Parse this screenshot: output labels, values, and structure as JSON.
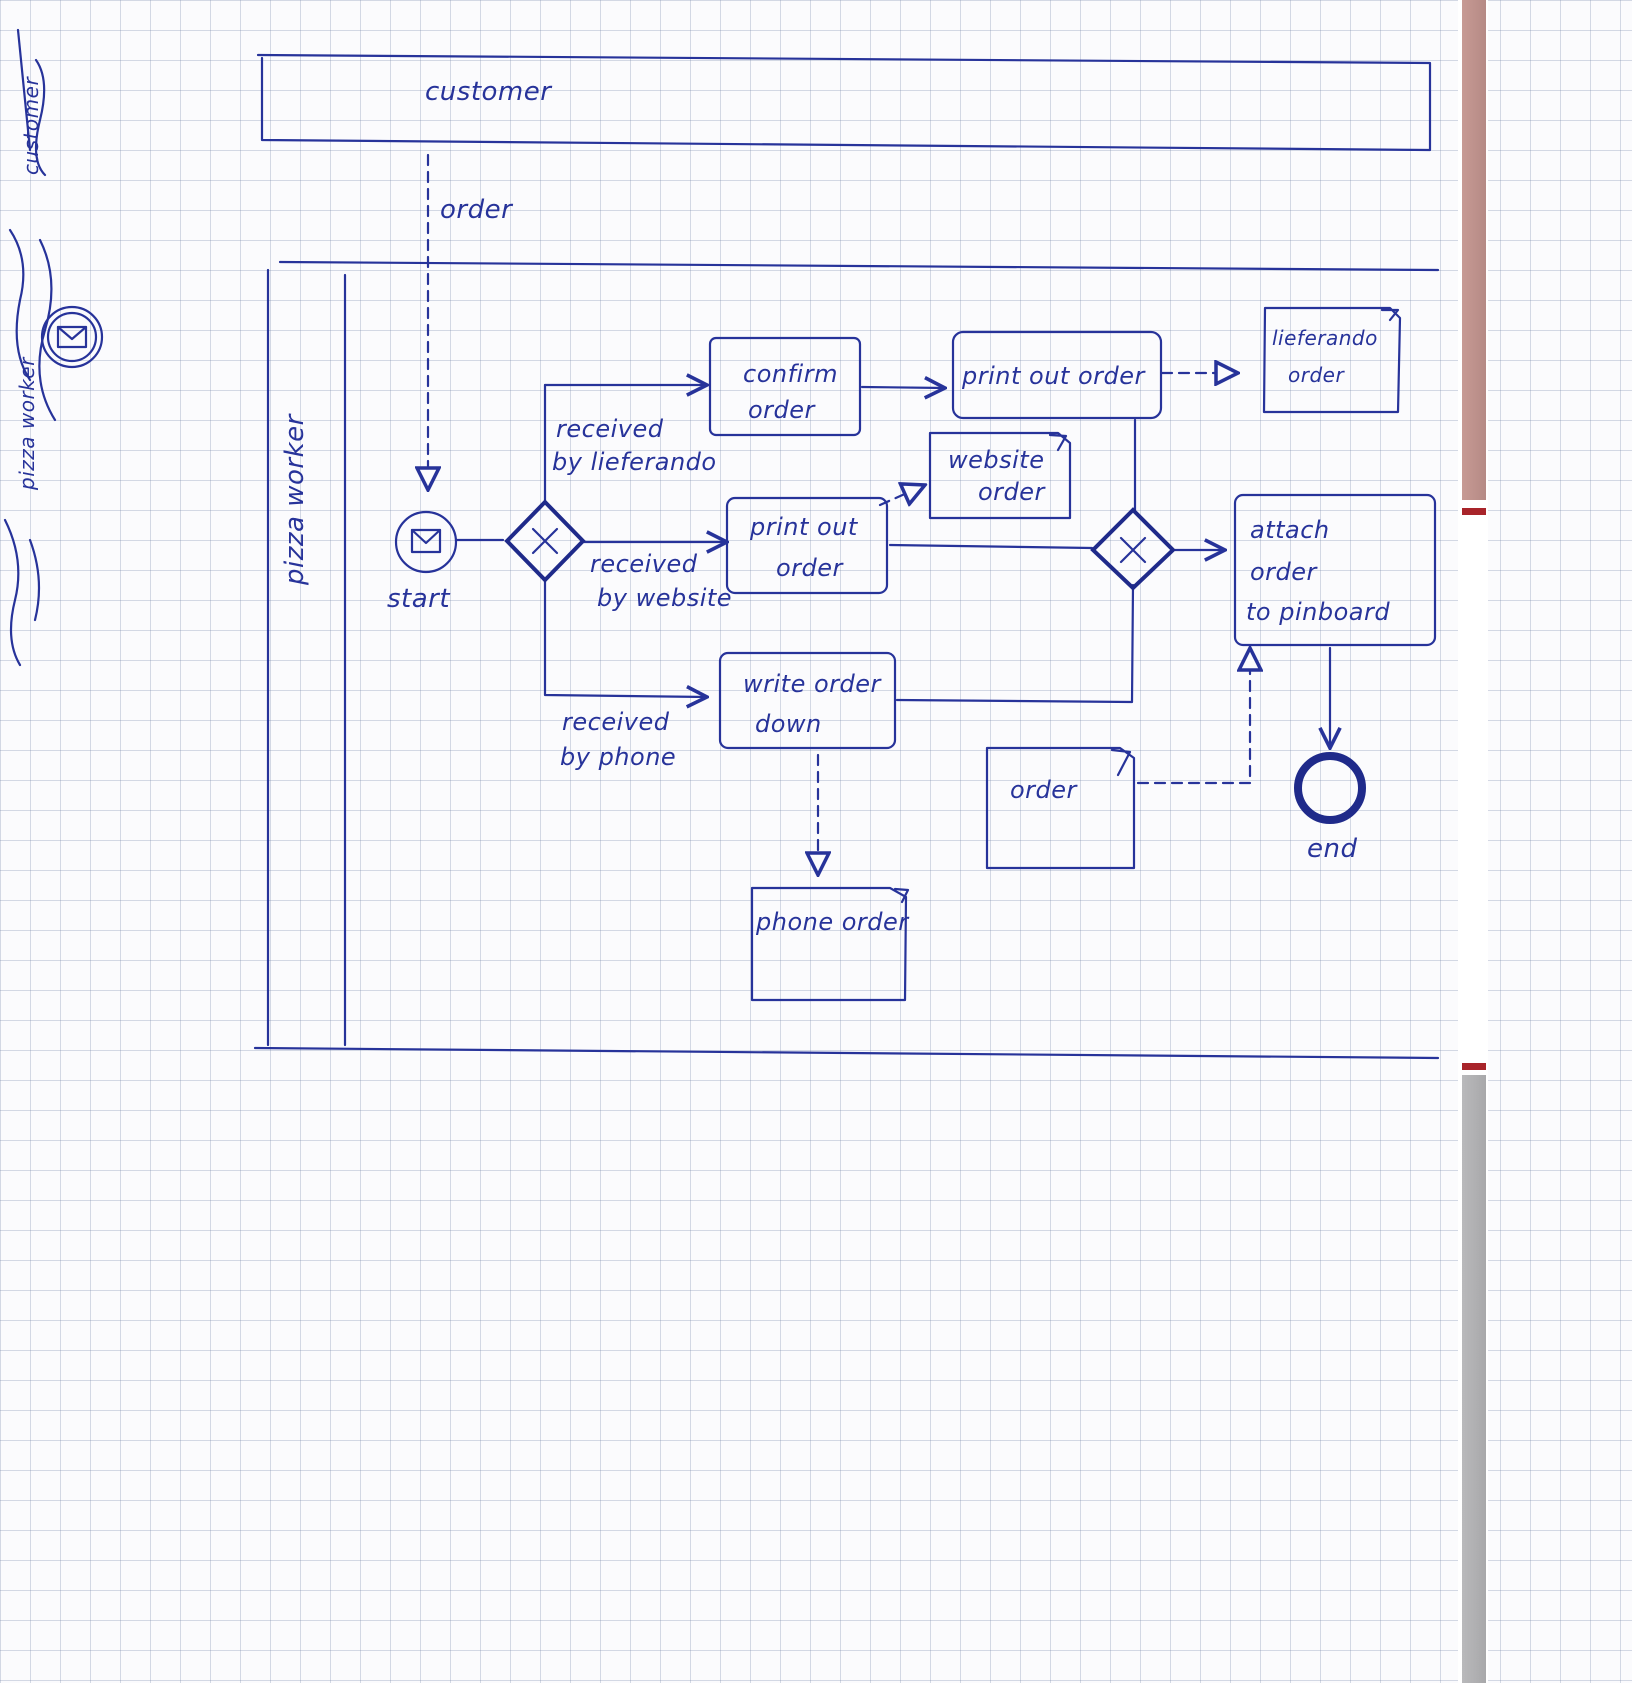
{
  "pools": {
    "customer": {
      "label": "customer"
    },
    "pizza_worker": {
      "label": "pizza worker"
    }
  },
  "message_flow": {
    "label": "order"
  },
  "events": {
    "start": {
      "label": "start"
    },
    "end": {
      "label": "end"
    }
  },
  "branches": {
    "lieferando": [
      "received",
      "by lieferando"
    ],
    "website": [
      "received",
      "by website"
    ],
    "phone": [
      "received",
      "by phone"
    ]
  },
  "tasks": {
    "confirm_order": [
      "confirm",
      "order"
    ],
    "print_out_order_top": [
      "print out order"
    ],
    "print_out_order_mid": [
      "print out",
      "order"
    ],
    "write_order_down": [
      "write order",
      "down"
    ],
    "attach_order": [
      "attach",
      "order",
      "to pinboard"
    ]
  },
  "data_objects": {
    "lieferando_order": [
      "lieferando",
      "order"
    ],
    "website_order": [
      "website",
      "order"
    ],
    "phone_order": [
      "phone order"
    ],
    "order": [
      "order"
    ]
  },
  "margin_sketch": {
    "customer": "customer",
    "pizza_worker": "pizza worker"
  },
  "colors": {
    "ink": "#27339a",
    "binder_red": "#a8242a"
  }
}
